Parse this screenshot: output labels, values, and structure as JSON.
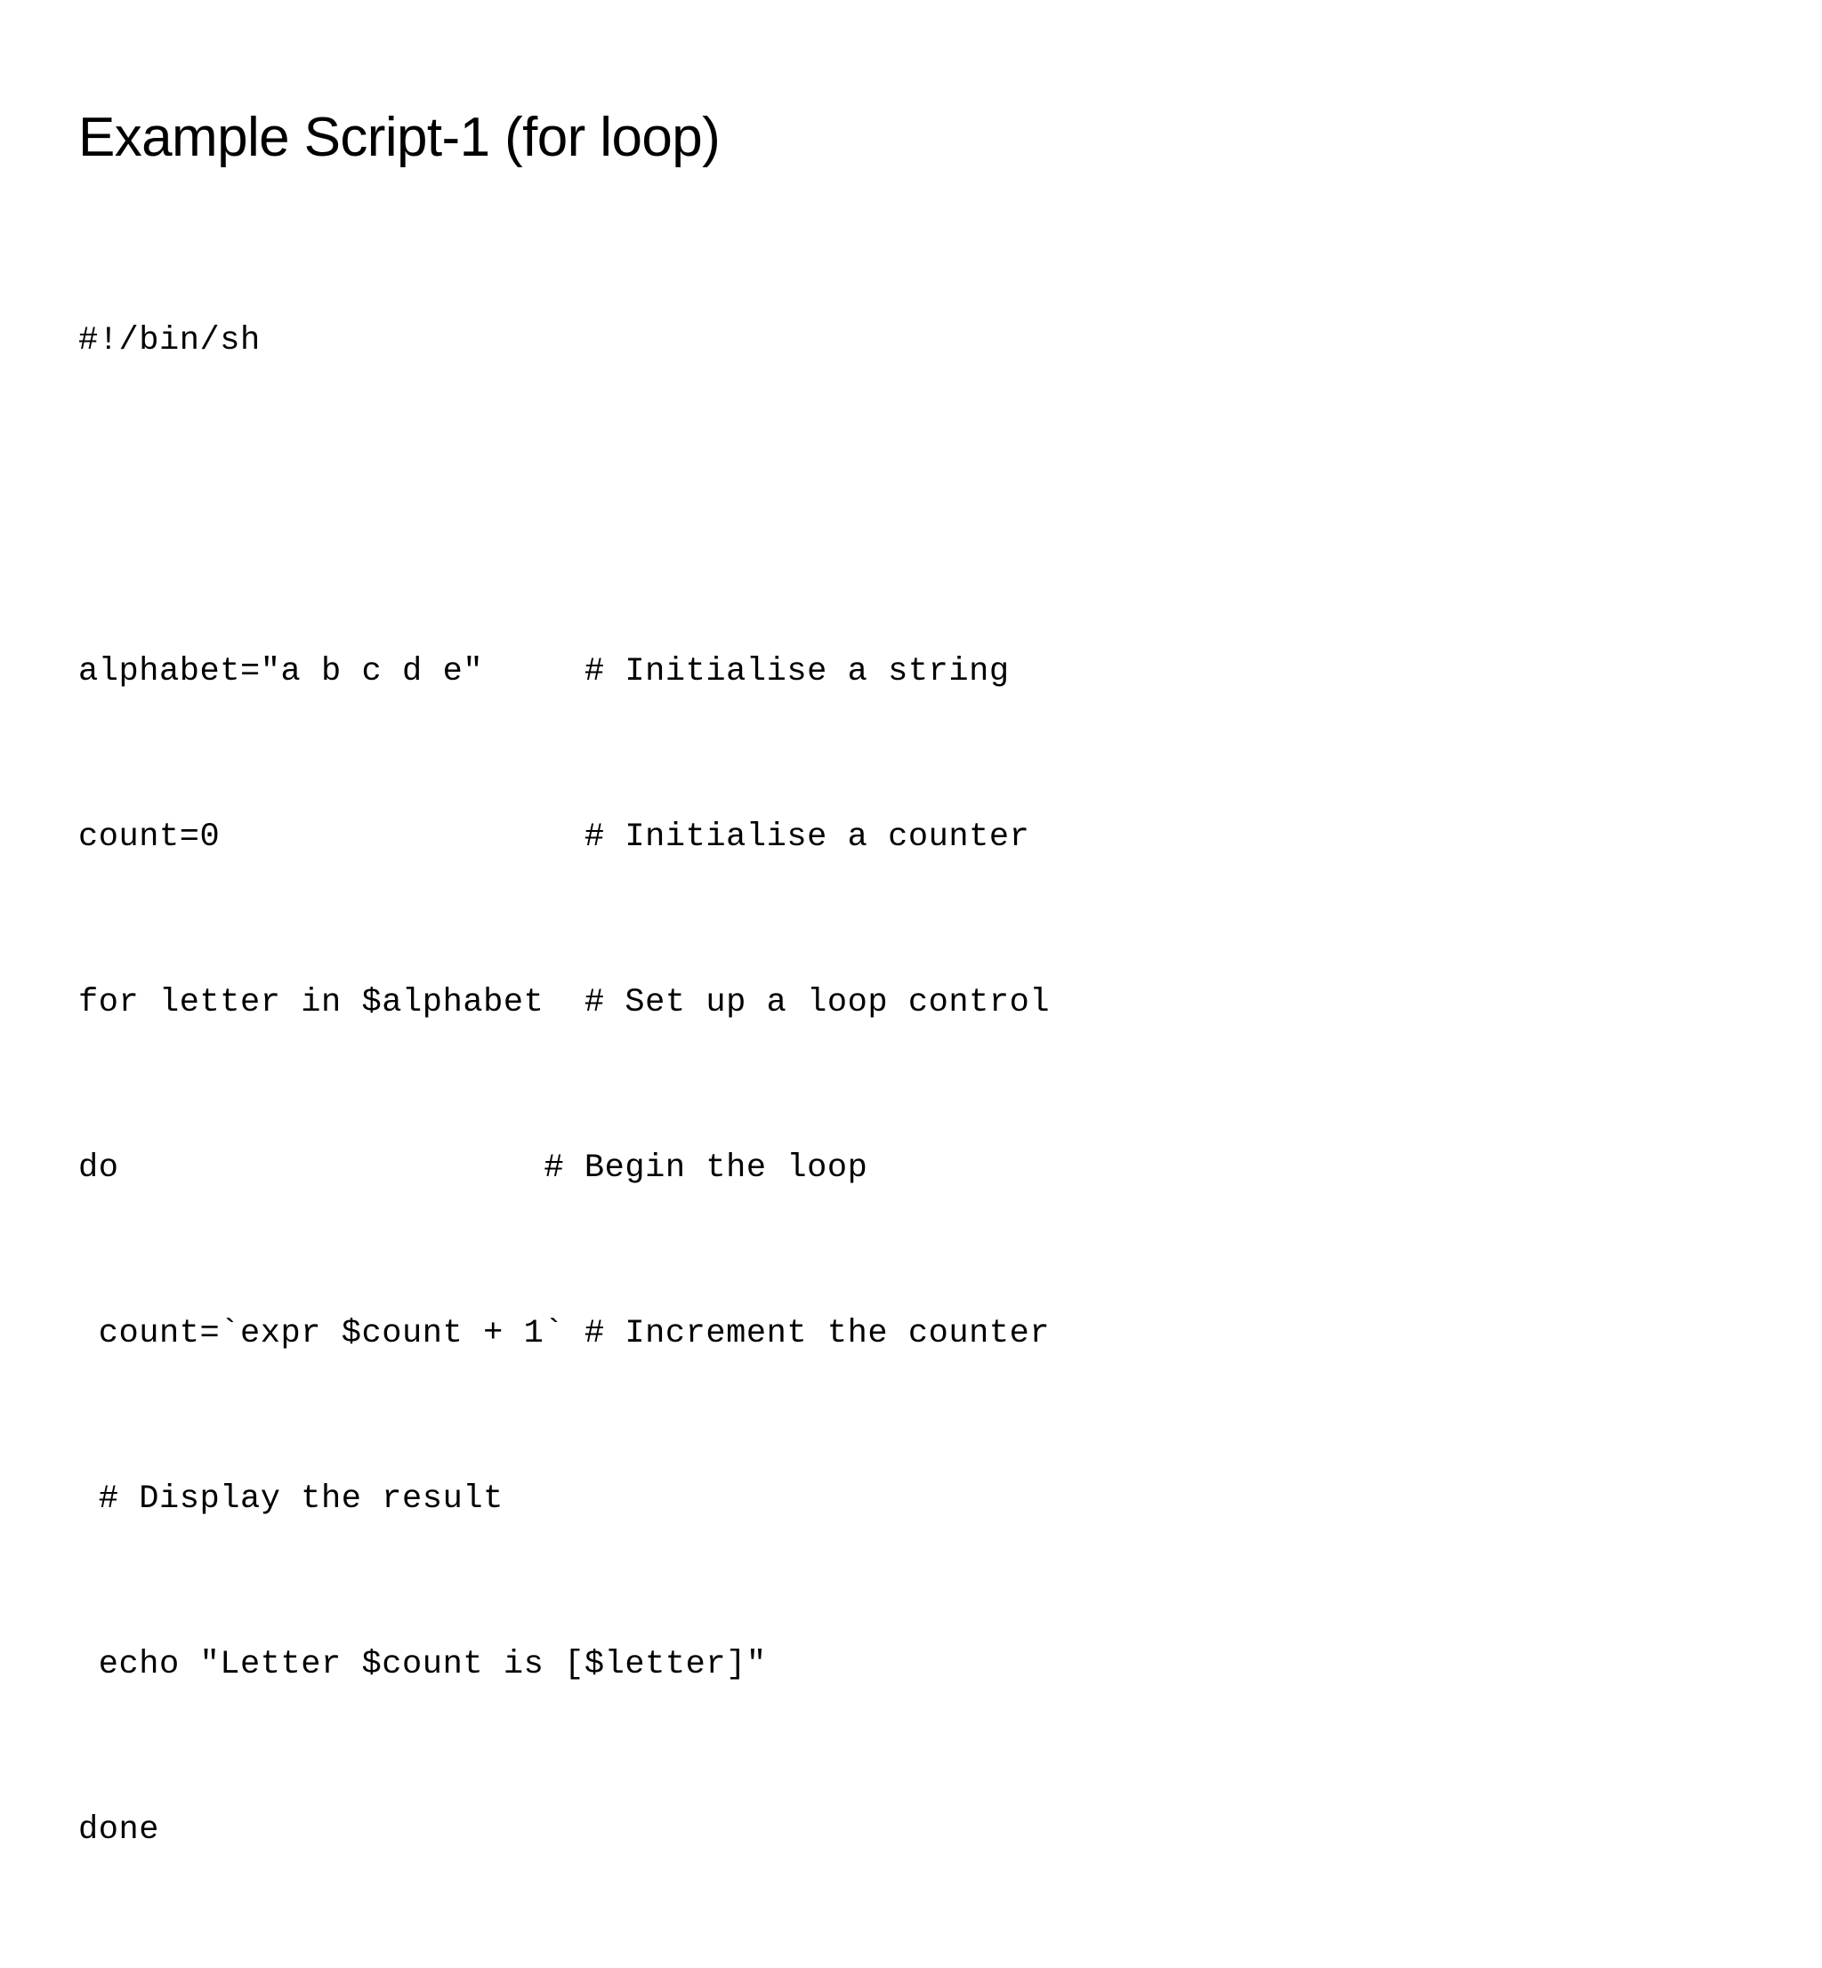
{
  "slide": {
    "title": "Example Script-1 (for loop)",
    "background_color": "#FFFFFF",
    "text_color": "#000000"
  },
  "code": {
    "language": "sh",
    "lines": [
      {
        "id": "line-1",
        "text": "#!/bin/sh"
      },
      {
        "id": "line-2",
        "text": ""
      },
      {
        "id": "line-3",
        "text": "alphabet=\"a b c d e\"     # Initialise a string"
      },
      {
        "id": "line-4",
        "text": "count=0                  # Initialise a counter"
      },
      {
        "id": "line-5",
        "text": "for letter in $alphabet  # Set up a loop control"
      },
      {
        "id": "line-6",
        "text": "do                     # Begin the loop"
      },
      {
        "id": "line-7",
        "text": " count=`expr $count + 1` # Increment the counter"
      },
      {
        "id": "line-8",
        "text": " # Display the result"
      },
      {
        "id": "line-9",
        "text": " echo \"Letter $count is [$letter]\""
      },
      {
        "id": "line-10",
        "text": "done"
      }
    ]
  }
}
